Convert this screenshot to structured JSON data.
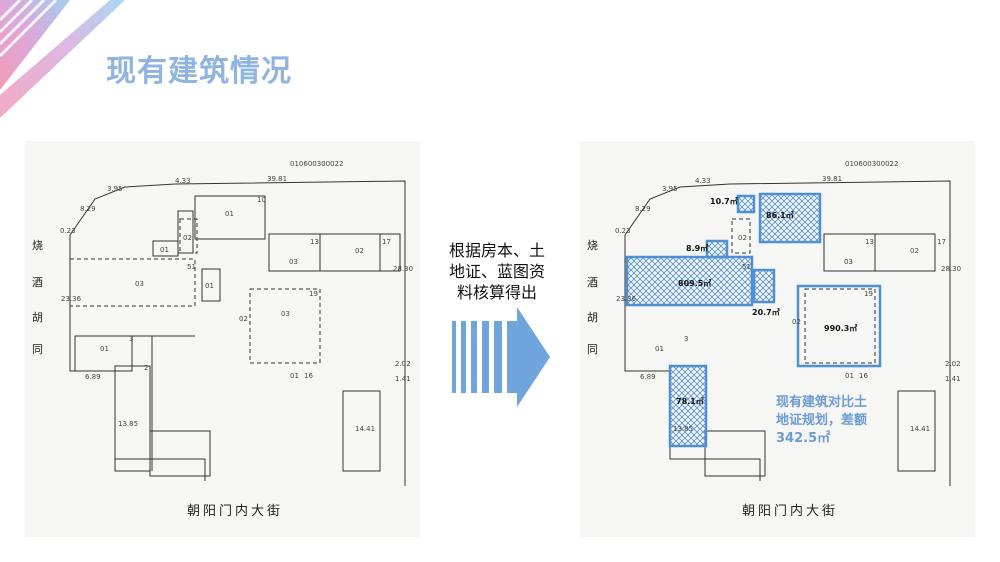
{
  "page_title": "现有建筑情况",
  "plan_code": "010600300022",
  "street_name": "朝阳门内大街",
  "side_label_chars": [
    "烧",
    "酒",
    "胡",
    "同"
  ],
  "dims": {
    "d1": "4.33",
    "d2": "39.81",
    "d3": "3.95",
    "d4": "8.29",
    "d5": "0.23",
    "d6": "23.36",
    "d7": "6.89",
    "d8": "28.30",
    "d9": "2.02",
    "d10": "1.41",
    "d11": "13.85",
    "d12": "14.41"
  },
  "rooms": {
    "r01a": "01",
    "r10": "10",
    "r02a": "02",
    "r01b": "01",
    "r51": "51",
    "r03a": "03",
    "r01c": "01",
    "r13": "13",
    "r02b": "02",
    "r17": "17",
    "r03b": "03",
    "r03c": "03",
    "r19": "19",
    "r02c": "02",
    "r01d": "01",
    "r16": "16",
    "r01e": "01",
    "r3": "3",
    "r2": "2"
  },
  "middle_text": [
    "根据房本、土",
    "地证、蓝图资",
    "料核算得出"
  ],
  "highlight_areas": {
    "a1": "10.7㎡",
    "a2": "86.1㎡",
    "a3": "8.9㎡",
    "a4": "809.5㎡",
    "a5": "20.7㎡",
    "a6": "990.3㎡",
    "a7": "78.1㎡"
  },
  "summary": [
    "现有建筑对比土",
    "地证规划，差额",
    "342.5㎡"
  ],
  "colors": {
    "title": "#8fb4e0",
    "highlight": "#4f8fd6",
    "summary": "#6c9bd5",
    "arrow": "#6fa4dd"
  }
}
